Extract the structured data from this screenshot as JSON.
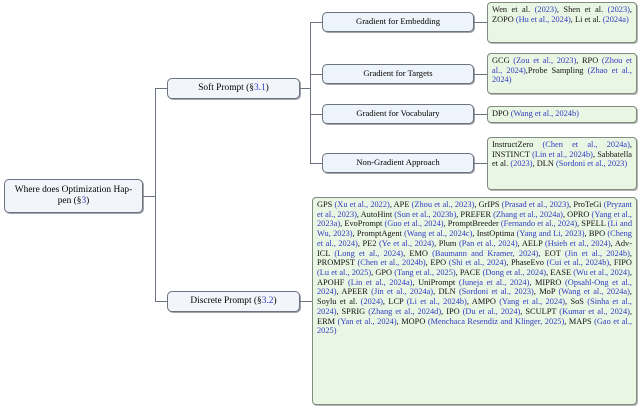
{
  "diagram": {
    "title": "Where does Optimization Happen (§3) taxonomy tree",
    "root": {
      "label_pre": "Where does Optimization Hap-pen (§",
      "label": "Where does Optimization Happen (§3)",
      "text_main": "Where does Optimization Hap-pen (§",
      "section": "3",
      "section_close": ")"
    },
    "branches": [
      {
        "id": "soft-prompt",
        "text_main": "Soft Prompt (§",
        "section": "3.1",
        "section_close": ")",
        "children": [
          {
            "id": "gradient-for-embedding",
            "label": "Gradient for Embedding",
            "citations": "Wen et al. (2023), Shen et al. (2023), ZOPO (Hu et al., 2024), Li et al. (2024a)"
          },
          {
            "id": "gradient-for-targets",
            "label": "Gradient for Targets",
            "citations": "GCG (Zou et al., 2023), RPO (Zhou et al., 2024),Probe Sampling (Zhao et al., 2024)"
          },
          {
            "id": "gradient-for-vocabulary",
            "label": "Gradient for Vocabulary",
            "citations": "DPO (Wang et al., 2024b)"
          },
          {
            "id": "non-gradient-approach",
            "label": "Non-Gradient Approach",
            "citations": "InstructZero (Chen et al., 2024a), INSTINCT (Lin et al., 2024b), Sabbatella et al. (2023), DLN (Sordoni et al., 2023)"
          }
        ]
      },
      {
        "id": "discrete-prompt",
        "text_main": "Discrete Prompt (§",
        "section": "3.2",
        "section_close": ")",
        "citations": "GPS (Xu et al., 2022), APE (Zhou et al., 2023), GrIPS (Prasad et al., 2023), ProTeGi (Pryzant et al., 2023), AutoHint (Sun et al., 2023b), PREFER (Zhang et al., 2024a), OPRO (Yang et al., 2023a), EvoPrompt (Guo et al., 2024), PromptBreeder (Fernando et al., 2024), SPELL (Li and Wu, 2023), PromptAgent (Wang et al., 2024c), InstOptima (Yang and Li, 2023), BPO (Cheng et al., 2024), PE2 (Ye et al., 2024), Plum (Pan et al., 2024), AELP (Hsieh et al., 2024), Adv-ICL (Long et al., 2024), EMO (Baumann and Kramer, 2024), EOT (Jin et al., 2024b), PROMPST (Chen et al., 2024b), EPO (Shi et al., 2024), PhaseEvo (Cui et al., 2024b), FIPO (Lu et al., 2025), GPO (Tang et al., 2025), PACE (Dong et al., 2024), EASE (Wu et al., 2024), APOHF (Lin et al., 2024a), UniPrompt (Juneja et al., 2024), MIPRO (Opsahl-Ong et al., 2024), APEER (Jin et al., 2024a), DLN (Sordoni et al., 2023), MoP (Wang et al., 2024a), Soylu et al. (2024), LCP (Li et al., 2024b), AMPO (Yang et al., 2024), SoS (Sinha et al., 2024), SPRIG (Zhang et al., 2024d), IPO (Du et al., 2024), SCULPT (Kumar et al., 2024), ERM (Yan et al., 2024), MOPO (Menchaca Resendiz and Klinger, 2025), MAPS (Gao et al., 2025)"
      }
    ],
    "colors": {
      "node_fill": "#f2f5fa",
      "leaf_fill": "#eaf6e4",
      "border": "#6b7280",
      "leaf_border": "#7f8c7f",
      "citation_text": "#2f3bbf",
      "body_text": "#111111"
    }
  }
}
